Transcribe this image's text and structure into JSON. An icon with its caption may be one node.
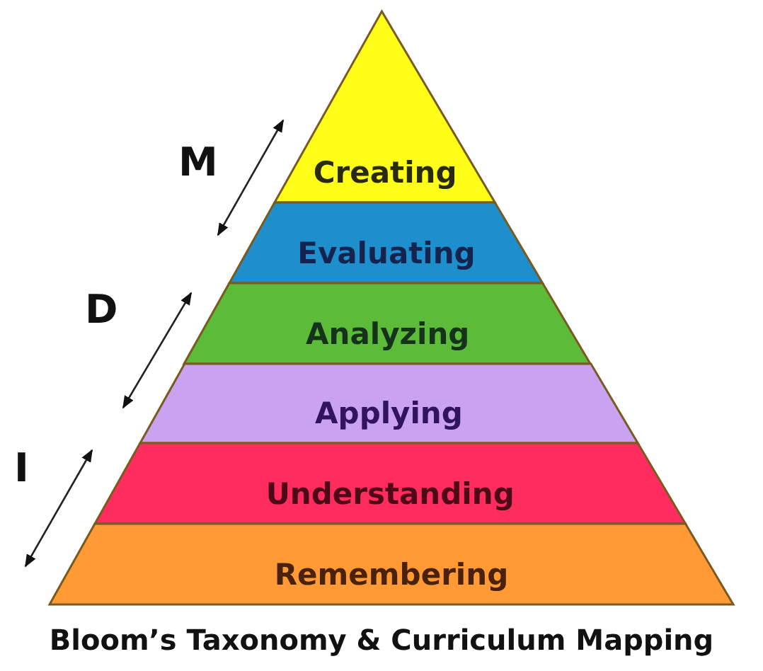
{
  "diagram": {
    "caption": "Bloom’s Taxonomy & Curriculum Mapping",
    "nodes": [
      {
        "text": [
          "Creating"
        ]
      },
      {
        "text": [
          "Evaluating"
        ]
      },
      {
        "text": [
          "Analyzing"
        ]
      },
      {
        "text": [
          "Applying"
        ]
      },
      {
        "text": [
          "Understanding"
        ]
      },
      {
        "text": [
          "Remembering"
        ]
      }
    ],
    "labels": [
      "M",
      "D",
      "I"
    ]
  }
}
